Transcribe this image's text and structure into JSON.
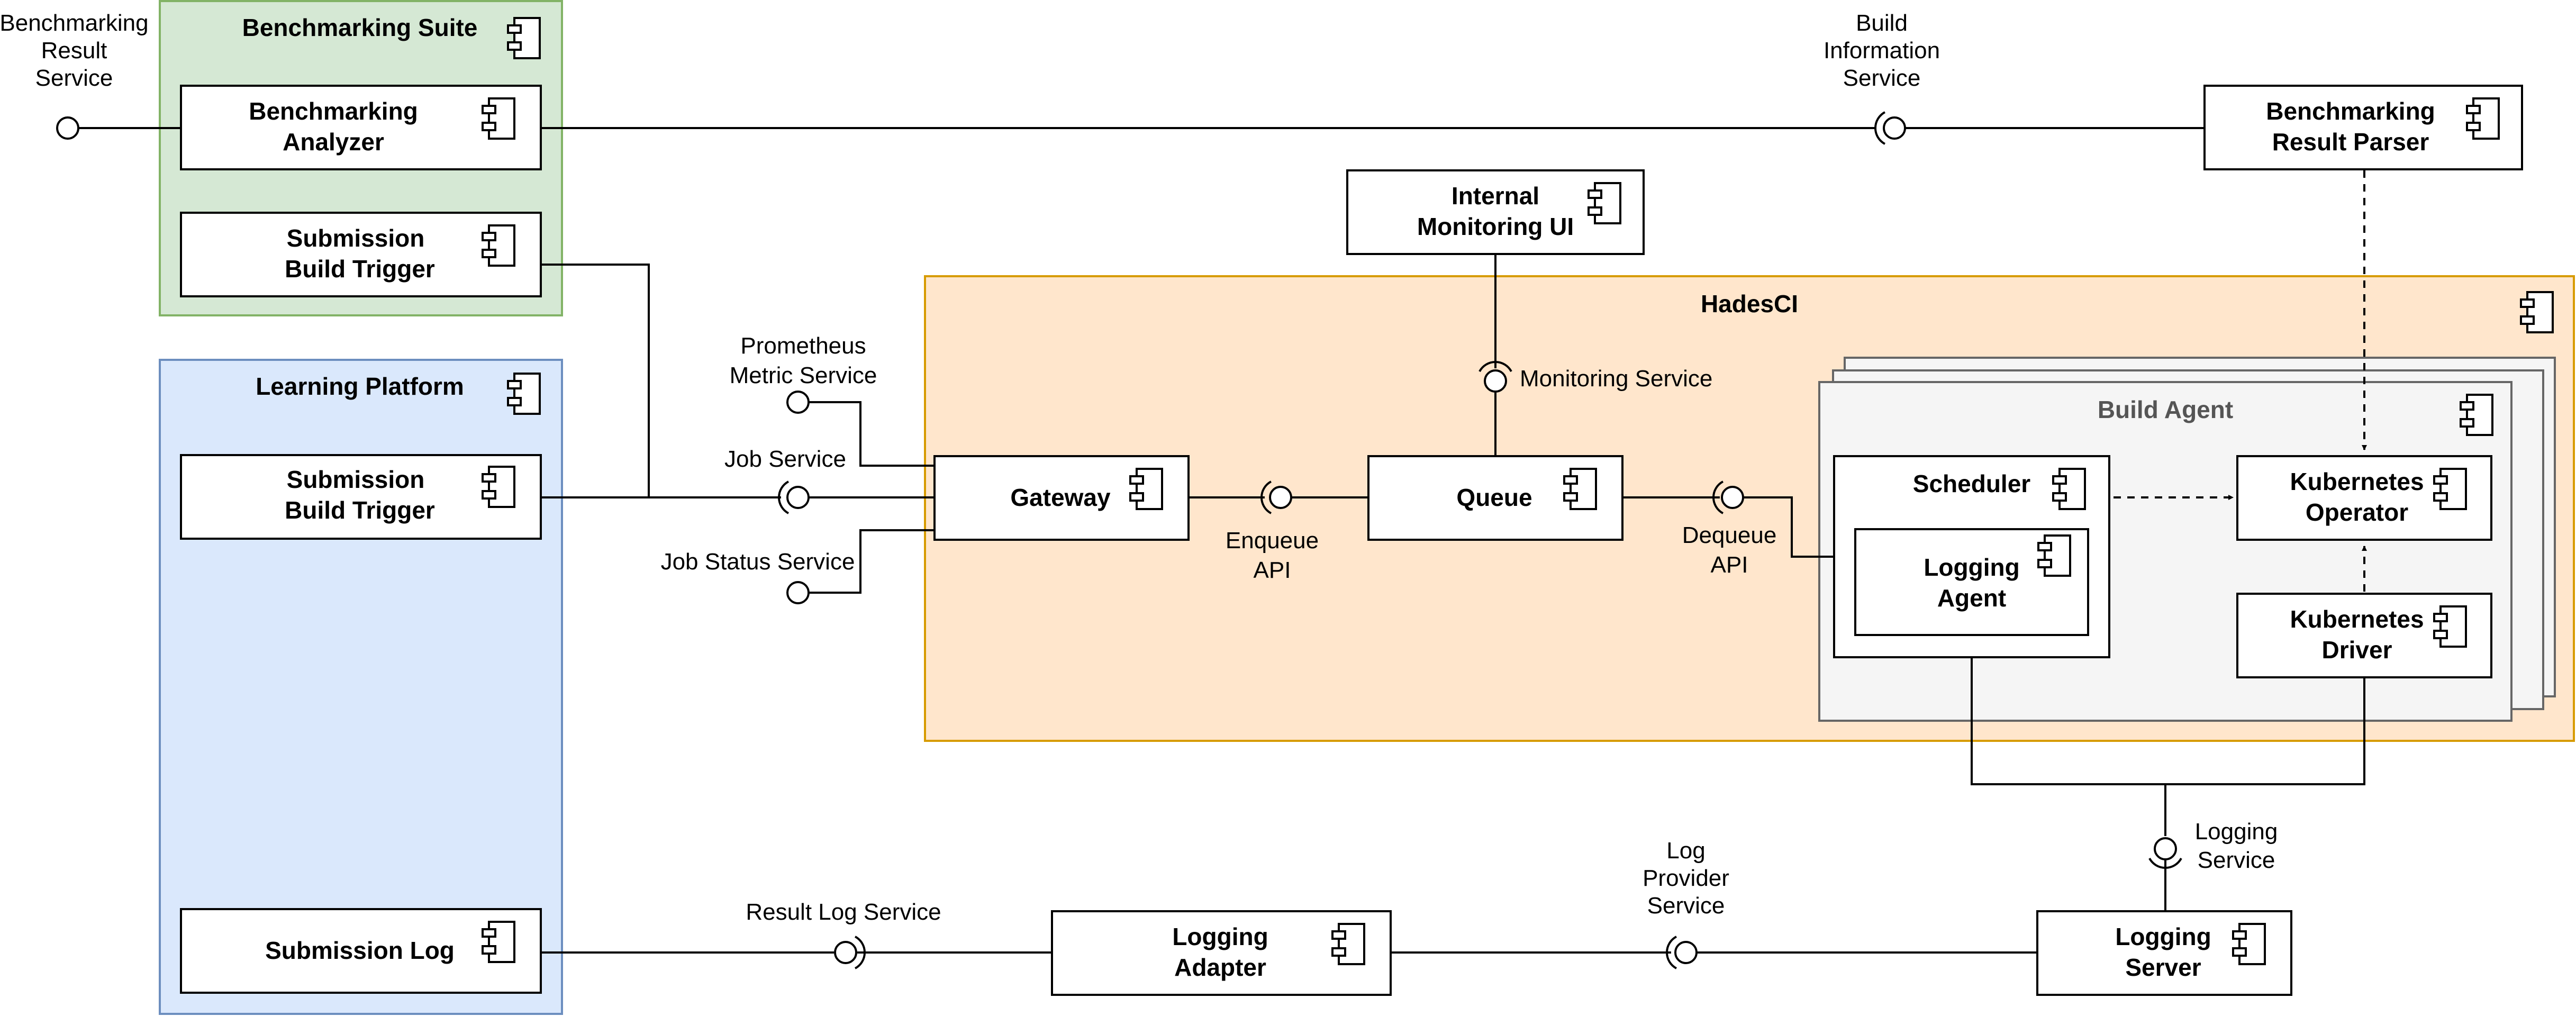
{
  "groups": {
    "benchmarking_suite": "Benchmarking Suite",
    "learning_platform": "Learning Platform",
    "hadesci": "HadesCI",
    "build_agent": "Build Agent"
  },
  "components": {
    "benchmarking_analyzer": [
      "Benchmarking",
      "Analyzer"
    ],
    "submission_build_trigger_bs": [
      "Submission",
      "Build Trigger"
    ],
    "submission_build_trigger_lp": [
      "Submission",
      "Build Trigger"
    ],
    "submission_log": "Submission Log",
    "internal_monitoring_ui": [
      "Internal",
      "Monitoring UI"
    ],
    "benchmarking_result_parser": [
      "Benchmarking",
      "Result Parser"
    ],
    "gateway": "Gateway",
    "queue": "Queue",
    "scheduler": "Scheduler",
    "logging_agent": [
      "Logging",
      "Agent"
    ],
    "kubernetes_operator": [
      "Kubernetes",
      "Operator"
    ],
    "kubernetes_driver": [
      "Kubernetes",
      "Driver"
    ],
    "logging_adapter": [
      "Logging",
      "Adapter"
    ],
    "logging_server": [
      "Logging",
      "Server"
    ]
  },
  "interfaces": {
    "benchmarking_result_service": [
      "Benchmarking",
      "Result",
      "Service"
    ],
    "build_information_service": [
      "Build",
      "Information",
      "Service"
    ],
    "prometheus_metric_service": [
      "Prometheus",
      "Metric Service"
    ],
    "job_service": "Job Service",
    "job_status_service": "Job Status Service",
    "monitoring_service": "Monitoring Service",
    "enqueue_api": [
      "Enqueue",
      "API"
    ],
    "dequeue_api": [
      "Dequeue",
      "API"
    ],
    "logging_service": [
      "Logging",
      "Service"
    ],
    "log_provider_service": [
      "Log",
      "Provider",
      "Service"
    ],
    "result_log_service": "Result Log Service"
  },
  "colors": {
    "benchmarking_suite_fill": "#d5e8d4",
    "benchmarking_suite_stroke": "#82b366",
    "learning_platform_fill": "#dae8fc",
    "learning_platform_stroke": "#6c8ebf",
    "hadesci_fill": "#ffe6cc",
    "hadesci_stroke": "#d79b00",
    "build_agent_fill": "#f5f5f5",
    "build_agent_stroke": "#666666"
  }
}
